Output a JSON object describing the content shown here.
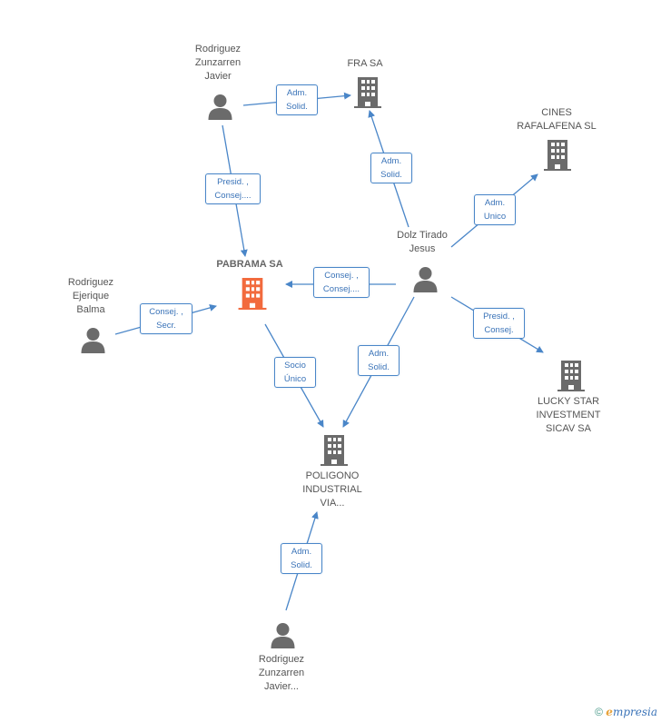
{
  "colors": {
    "edge": "#4a86c8",
    "node_person": "#6b6b6b",
    "node_company": "#6b6b6b",
    "node_main": "#f26a3d"
  },
  "nodes": {
    "rzj_top": {
      "label_lines": [
        "Rodriguez",
        "Zunzarren",
        "Javier"
      ],
      "icon": "person-icon"
    },
    "fra": {
      "label_lines": [
        "FRA SA"
      ],
      "icon": "building-icon"
    },
    "cines": {
      "label_lines": [
        "CINES",
        "RAFALAFENA SL"
      ],
      "icon": "building-icon"
    },
    "dolz": {
      "label_lines": [
        "Dolz Tirado",
        "Jesus"
      ],
      "icon": "person-icon"
    },
    "pabrama": {
      "label_lines": [
        "PABRAMA SA"
      ],
      "icon": "building-icon"
    },
    "reb": {
      "label_lines": [
        "Rodriguez",
        "Ejerique",
        "Balma"
      ],
      "icon": "person-icon"
    },
    "lucky": {
      "label_lines": [
        "LUCKY STAR",
        "INVESTMENT",
        "SICAV SA"
      ],
      "icon": "building-icon"
    },
    "poligono": {
      "label_lines": [
        "POLIGONO",
        "INDUSTRIAL",
        "VIA..."
      ],
      "icon": "building-icon"
    },
    "rzj_bottom": {
      "label_lines": [
        "Rodriguez",
        "Zunzarren",
        "Javier..."
      ],
      "icon": "person-icon"
    }
  },
  "edges": {
    "rzj_fra": [
      "Adm.",
      "Solid."
    ],
    "rzj_pabrama": [
      "Presid. ,",
      "Consej...."
    ],
    "dolz_fra": [
      "Adm.",
      "Solid."
    ],
    "dolz_cines": [
      "Adm.",
      "Unico"
    ],
    "dolz_pabrama": [
      "Consej. ,",
      "Consej...."
    ],
    "reb_pabrama": [
      "Consej. ,",
      "Secr."
    ],
    "dolz_lucky": [
      "Presid. ,",
      "Consej."
    ],
    "pabrama_poligono": [
      "Socio",
      "Único"
    ],
    "dolz_poligono": [
      "Adm.",
      "Solid."
    ],
    "rzjb_poligono": [
      "Adm.",
      "Solid."
    ]
  },
  "footer": {
    "copyright": "©",
    "brand_first": "e",
    "brand_rest": "mpresia"
  }
}
